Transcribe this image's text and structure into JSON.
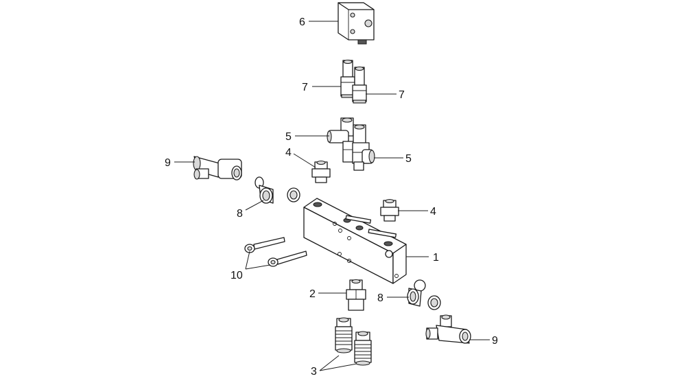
{
  "callouts": {
    "c1": "1",
    "c2": "2",
    "c3": "3",
    "c4a": "4",
    "c4b": "4",
    "c5a": "5",
    "c5b": "5",
    "c6": "6",
    "c7a": "7",
    "c7b": "7",
    "c8a": "8",
    "c8b": "8",
    "c9a": "9",
    "c9b": "9",
    "c10": "10"
  },
  "colors": {
    "line": "#1a1a1a",
    "fill": "#ffffff",
    "shade": "#d9d9d9",
    "dark": "#555555"
  }
}
